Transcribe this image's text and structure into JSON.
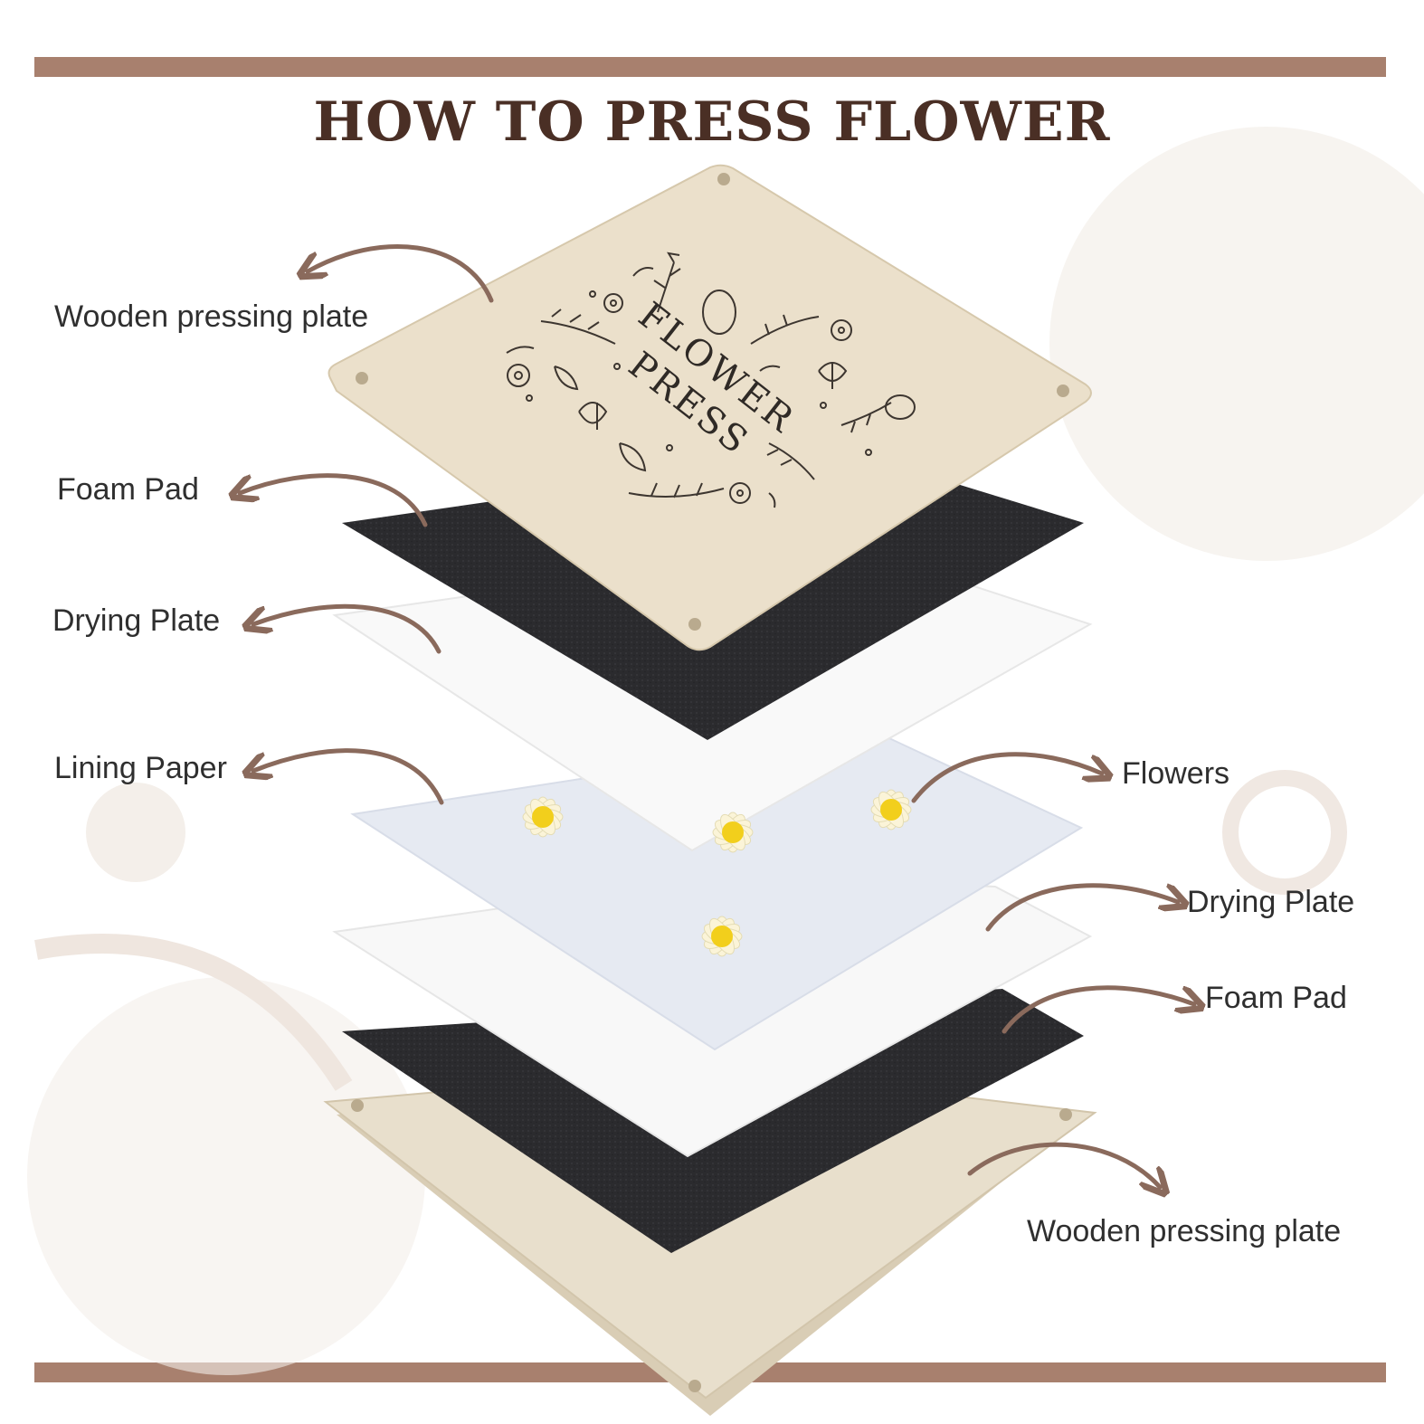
{
  "title": "HOW TO PRESS FLOWER",
  "plate_text": [
    "FLOWER",
    "PRESS"
  ],
  "labels_left": [
    "Wooden pressing plate",
    "Foam Pad",
    "Drying Plate",
    "Lining Paper"
  ],
  "labels_right": [
    "Flowers",
    "Drying Plate",
    "Foam Pad",
    "Wooden pressing plate"
  ],
  "colors": {
    "accent_bar": "#a8806e",
    "arrow": "#8a6a5c",
    "title": "#4a2f25",
    "wood": "#e6dcc8",
    "foam": "#2b2b2e",
    "drying": "#f7f7f7",
    "lining": "#e6eaf2",
    "petal": "#fbf4d8",
    "flower_center": "#f2cf1c"
  }
}
